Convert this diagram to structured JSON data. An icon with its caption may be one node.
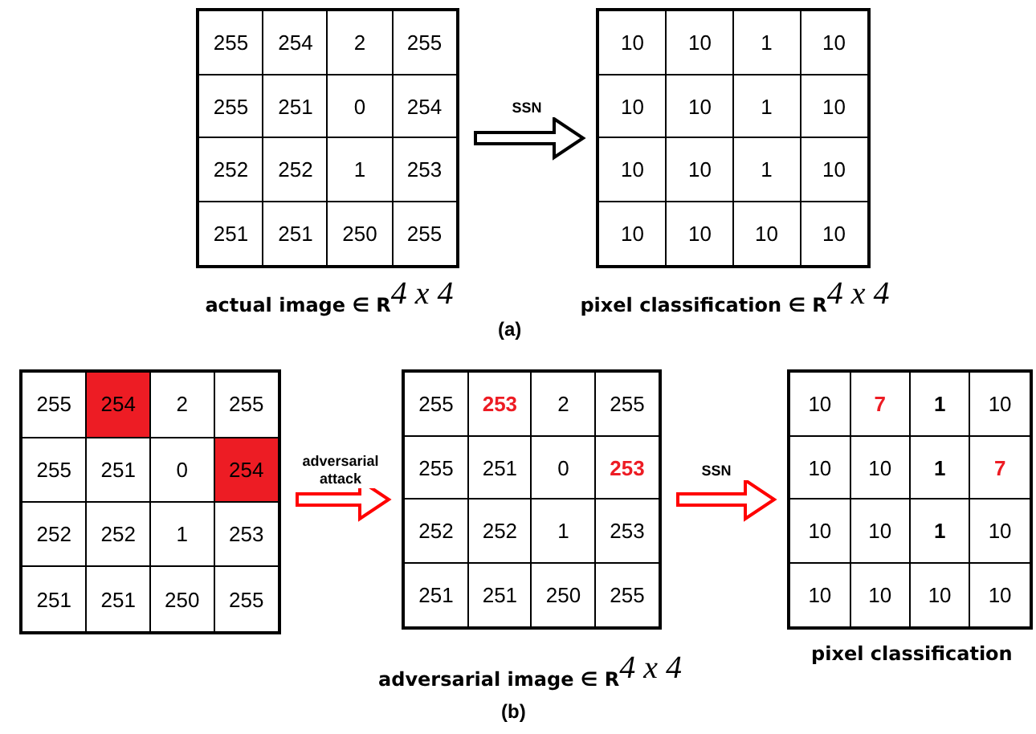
{
  "diagram": {
    "nodes": [
      {
        "text": [
          "255",
          "254",
          "2",
          "255",
          "255",
          "251",
          "0",
          "254",
          "252",
          "252",
          "1",
          "253",
          "251",
          "251",
          "250",
          "255"
        ],
        "beside": [
          "actual image ∈ R$^{4 x 4}$"
        ]
      },
      {
        "text": [
          "10",
          "10",
          "1",
          "10",
          "10",
          "10",
          "1",
          "10",
          "10",
          "10",
          "1",
          "10",
          "10",
          "10",
          "10",
          "10"
        ],
        "beside": [
          "pixel classification ∈ R$^{4 x 4}$"
        ]
      },
      {
        "text": [
          "255",
          "254",
          "2",
          "255",
          "255",
          "251",
          "0",
          "254",
          "252",
          "252",
          "1",
          "253",
          "251",
          "251",
          "250",
          "255"
        ]
      },
      {
        "text": [
          "255",
          "253",
          "2",
          "255",
          "255",
          "251",
          "0",
          "253",
          "252",
          "252",
          "1",
          "253",
          "251",
          "251",
          "250",
          "255"
        ],
        "beside": [
          "adversarial image ∈ R$^{4 x 4}$"
        ]
      },
      {
        "text": [
          "10",
          "7",
          "1",
          "10",
          "10",
          "10",
          "1",
          "7",
          "10",
          "10",
          "1",
          "10",
          "10",
          "10",
          "10",
          "10"
        ],
        "beside": [
          "pixel classification"
        ]
      }
    ],
    "edges": [
      {
        "from": 0,
        "to": 1,
        "arrow": "to",
        "label": "SSN",
        "color": "#000000"
      },
      {
        "from": 2,
        "to": 3,
        "arrow": "to",
        "label": "adversarial attack",
        "color": "#ff0000"
      },
      {
        "from": 3,
        "to": 4,
        "arrow": "to",
        "label": "SSN",
        "color": "#ff0000"
      }
    ],
    "labels": [
      "(a)",
      "(b)"
    ]
  }
}
